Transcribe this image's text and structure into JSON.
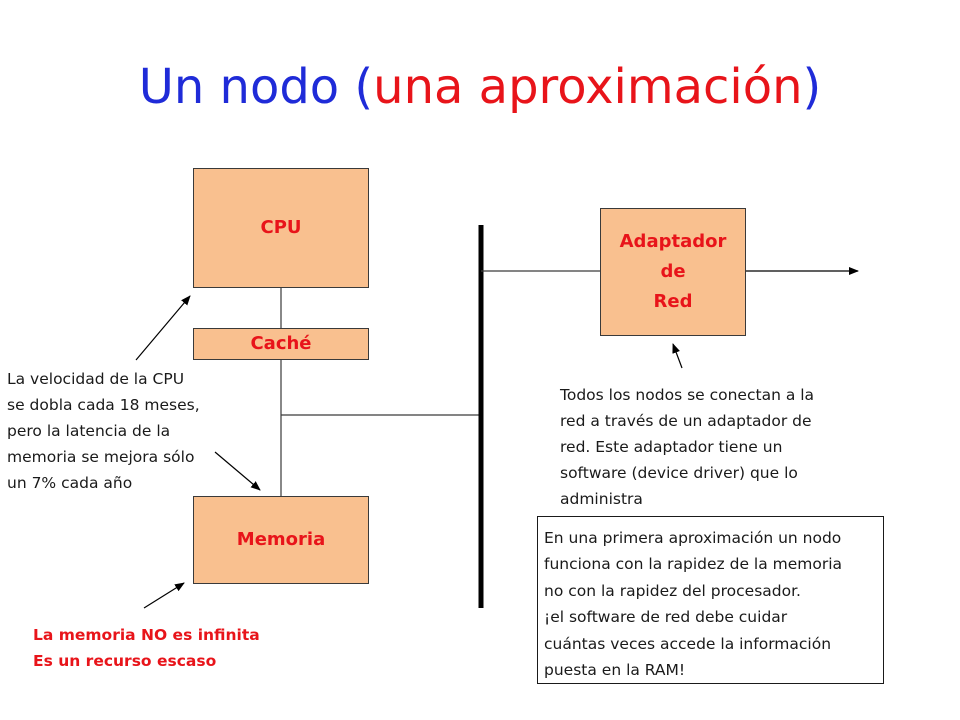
{
  "title": {
    "part1": "Un nodo (",
    "part2": "una aproximación",
    "part3": ")"
  },
  "boxes": {
    "cpu": "CPU",
    "cache": "Caché",
    "memoria": "Memoria",
    "adaptador": "Adaptador\nde\nRed"
  },
  "notes": {
    "cpu_latency": [
      "La velocidad de la CPU",
      "se dobla cada 18 meses,",
      "pero la latencia de la",
      "memoria se mejora sólo",
      "un 7% cada año"
    ],
    "adapter": [
      "Todos los nodos se conectan a la",
      "red a través de un adaptador de",
      "red. Este adaptador tiene un",
      "software (device driver) que lo",
      "administra"
    ],
    "memory": [
      "La memoria NO es infinita",
      "Es un recurso escaso"
    ],
    "approximation": [
      "En una primera aproximación un nodo",
      "funciona con la rapidez de la memoria",
      "no con la rapidez del procesador.",
      "¡el software de red debe cuidar",
      "cuántas veces accede la información",
      "puesta en la RAM!"
    ]
  },
  "colors": {
    "title_blue": "#1f2bd8",
    "accent_red": "#e8141a",
    "box_fill": "#f9c08f"
  }
}
